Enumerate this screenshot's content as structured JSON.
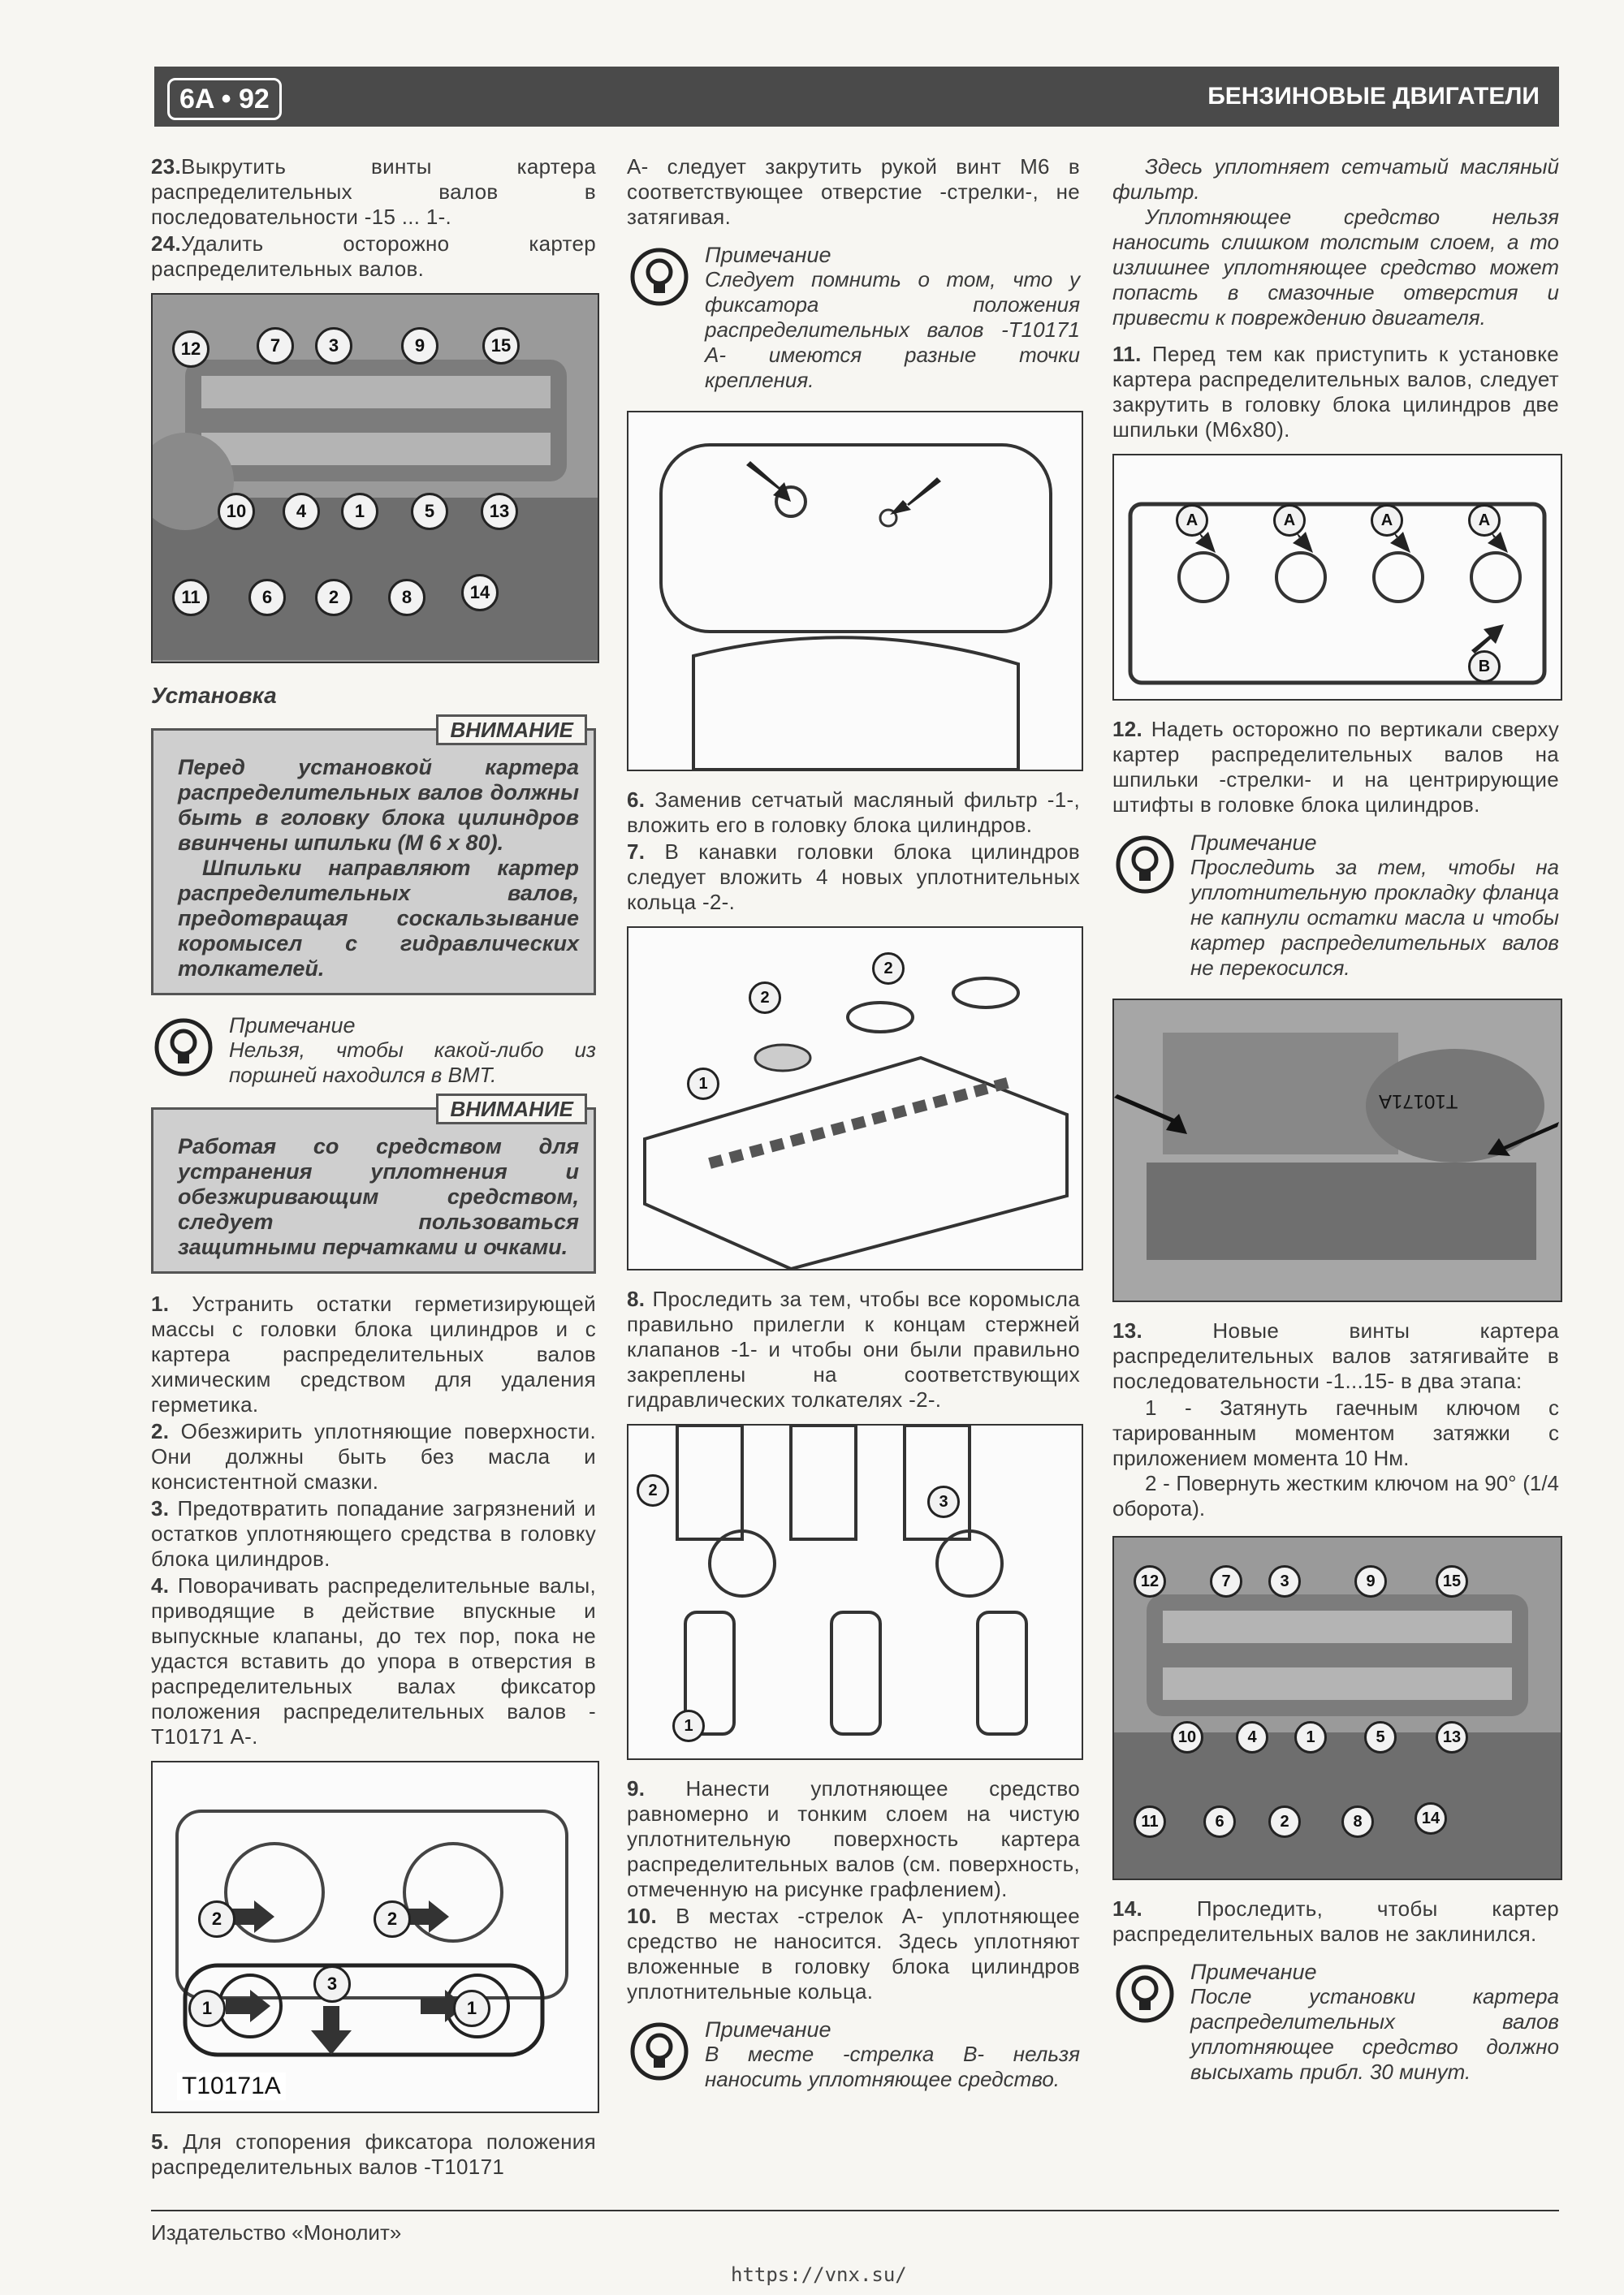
{
  "header": {
    "page_number": "6A • 92",
    "section_title": "БЕНЗИНОВЫЕ ДВИГАТЕЛИ"
  },
  "col1": {
    "step23": {
      "num": "23.",
      "text": "Выкрутить винты картера распределительных валов в последовательности -15 ... 1-."
    },
    "step24": {
      "num": "24.",
      "text": "Удалить осторожно картер распределительных валов."
    },
    "fig1_callouts": [
      "12",
      "7",
      "3",
      "9",
      "15",
      "10",
      "4",
      "1",
      "5",
      "13",
      "11",
      "6",
      "2",
      "8",
      "14"
    ],
    "install_heading": "Установка",
    "warn1": {
      "label": "ВНИМАНИЕ",
      "p1": "Перед установкой картера распределительных валов должны быть в головку блока цилиндров ввинчены шпильки (М 6 х 80).",
      "p2": "Шпильки направляют картер распределительных валов, предотвращая соскальзывание коромысел с гидравлических толкателей."
    },
    "note1": {
      "title": "Примечание",
      "text": "Нельзя, чтобы какой-либо из поршней находился в ВМТ."
    },
    "warn2": {
      "label": "ВНИМАНИЕ",
      "p1": "Работая со средством для устранения уплотнения и обезжиривающим средством, следует пользоваться защитными перчатками и очками."
    },
    "step1": {
      "num": "1.",
      "text": "Устранить остатки герметизирующей массы с головки блока цилиндров и с картера распределительных валов химическим средством для удаления герметика."
    },
    "step2": {
      "num": "2.",
      "text": "Обезжирить уплотняющие поверхности. Они должны быть без масла и консистентной смазки."
    },
    "step3": {
      "num": "3.",
      "text": "Предотвратить попадание загрязнений и остатков уплотняющего средства в головку блока цилиндров."
    },
    "step4": {
      "num": "4.",
      "text": "Поворачивать распределительные валы, приводящие в действие впускные и выпускные клапаны, до тех пор, пока не удастся вставить до упора в отверстия в распределительных валах фиксатор положения распределительных валов -T10171 А-."
    },
    "fig2_label": "T10171A",
    "fig2_callouts": [
      "2",
      "2",
      "1",
      "3",
      "1"
    ],
    "step5": {
      "num": "5.",
      "text": "Для стопорения фиксатора положения распределительных валов -T10171"
    }
  },
  "col2": {
    "cont5": "А- следует закрутить рукой винт М6 в соответствующее отверстие -стрелки-, не затягивая.",
    "note2": {
      "title": "Примечание",
      "text": "Следует помнить о том, что у фиксатора положения распределительных валов -T10171 А- имеются разные точки крепления."
    },
    "step6": {
      "num": "6.",
      "text": "Заменив сетчатый масляный фильтр -1-, вложить его в головку блока цилиндров."
    },
    "step7": {
      "num": "7.",
      "text": "В канавки головки блока цилиндров следует вложить 4 новых уплотнительных кольца -2-."
    },
    "fig4_callouts": [
      "2",
      "2",
      "1"
    ],
    "step8": {
      "num": "8.",
      "text": "Проследить за тем, чтобы все коромысла правильно прилегли к концам стержней клапанов -1- и чтобы они были правильно закреплены на соответствующих гидравлических толкателях -2-."
    },
    "fig5_callouts": [
      "2",
      "3",
      "1"
    ],
    "step9": {
      "num": "9.",
      "text": "Нанести уплотняющее средство равномерно и тонким слоем на чистую уплотнительную поверхность картера распределительных валов (см. поверхность, отмеченную на рисунке графлением)."
    },
    "step10": {
      "num": "10.",
      "text": "В местах -стрелок А- уплотняющее средство не наносится. Здесь уплотняют вложенные в головку блока цилиндров уплотнительные кольца."
    },
    "note3": {
      "title": "Примечание",
      "text": "В месте -стрелка В- нельзя наносить уплотняющее средство."
    }
  },
  "col3": {
    "intro1": "Здесь уплотняет сетчатый масляный фильтр.",
    "intro2": "Уплотняющее средство нельзя наносить слишком толстым слоем, а то излишнее уплотняющее средство может попасть в смазочные отверстия и привести к повреждению двигателя.",
    "step11": {
      "num": "11.",
      "text": "Перед тем как приступить к установке картера распределительных валов, следует закрутить в головку блока цилиндров две шпильки (М6х80)."
    },
    "fig6_callouts": [
      "A",
      "A",
      "A",
      "A",
      "B"
    ],
    "step12": {
      "num": "12.",
      "text": "Надеть осторожно по вертикали сверху картер распределительных валов на шпильки -стрелки- и на центрирующие штифты в головке блока цилиндров."
    },
    "note4": {
      "title": "Примечание",
      "text": "Проследить за тем, чтобы на уплотнительную прокладку фланца не капнули остатки масла и чтобы картер распределительных валов не перекосился."
    },
    "fig7_label": "T10171A",
    "step13": {
      "num": "13.",
      "text": "Новые винты картера распределительных валов затягивайте в последовательности -1...15- в два этапа:"
    },
    "step13a": "1 - Затянуть гаечным ключом с тарированным моментом затяжки с приложением момента 10 Нм.",
    "step13b": "2 - Повернуть жестким ключом на 90° (1/4 оборота).",
    "fig8_callouts": [
      "12",
      "7",
      "3",
      "9",
      "15",
      "10",
      "4",
      "1",
      "5",
      "13",
      "11",
      "6",
      "2",
      "8",
      "14"
    ],
    "step14": {
      "num": "14.",
      "text": "Проследить, чтобы картер распределительных валов не заклинился."
    },
    "note5": {
      "title": "Примечание",
      "text": "После установки картера распределительных валов уплотняющее средство должно высыхать прибл. 30 минут."
    }
  },
  "footer": {
    "publisher": "Издательство «Монолит»",
    "url": "https://vnx.su/"
  }
}
